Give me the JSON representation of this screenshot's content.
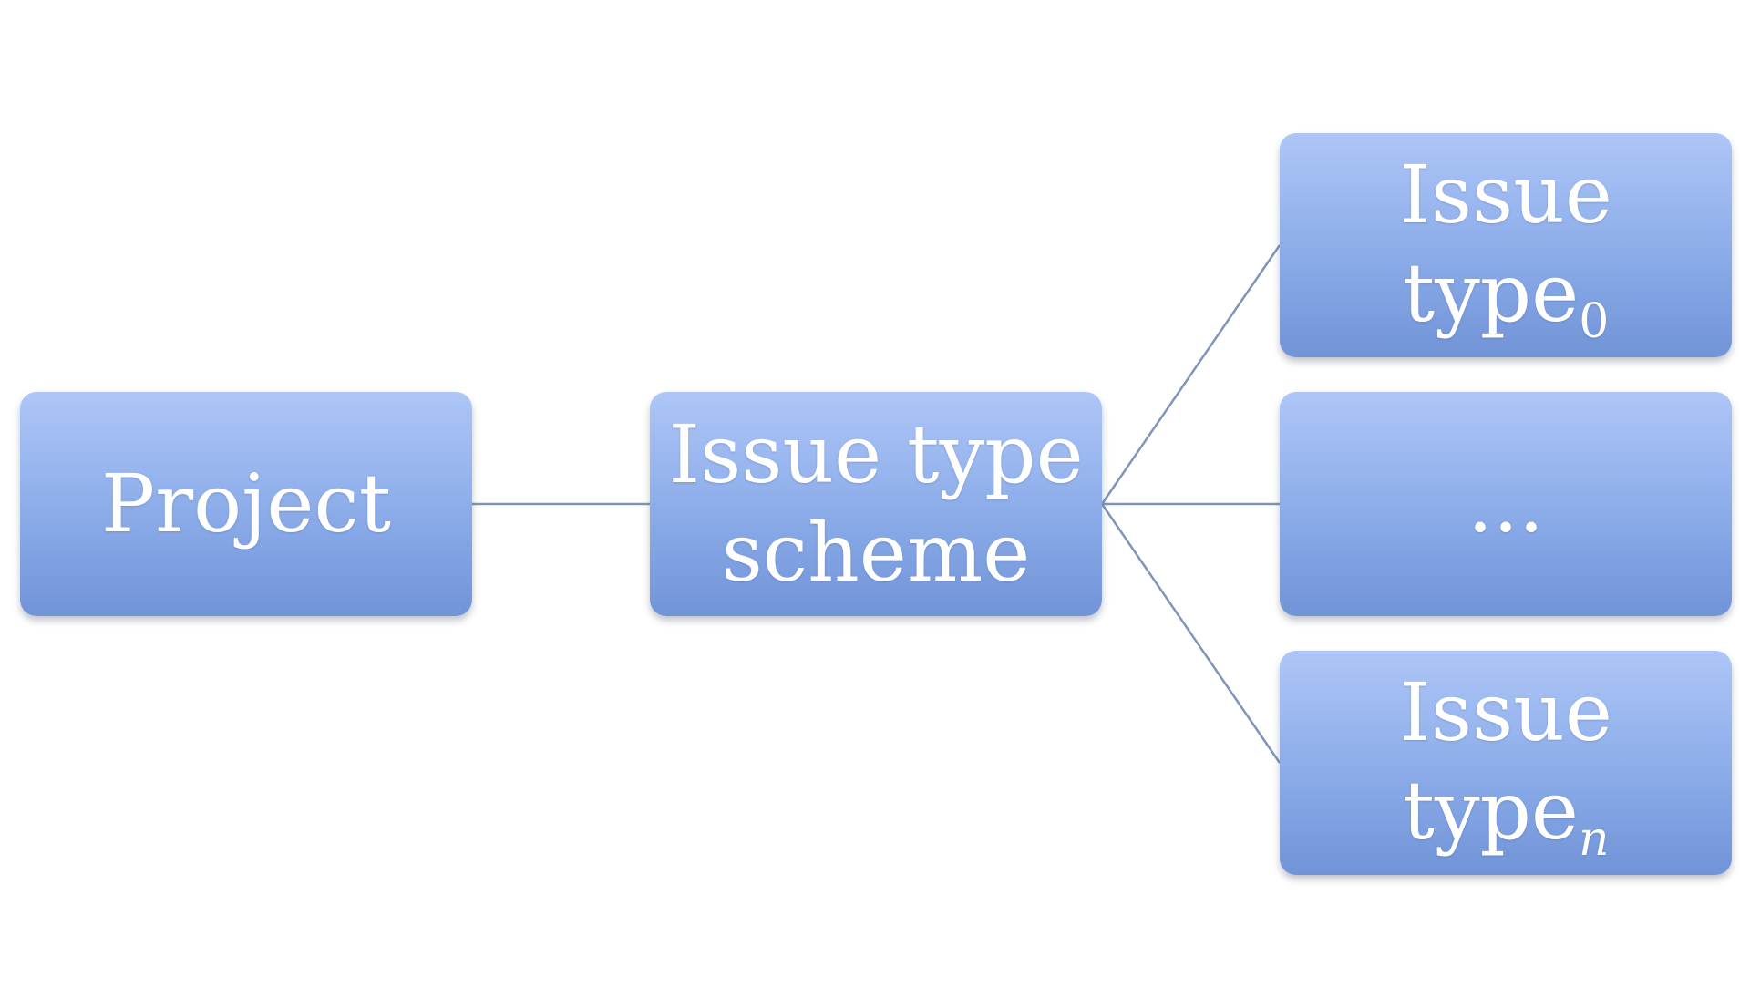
{
  "colors": {
    "background": "#ffffff",
    "node_top": "#aec6f7",
    "node_bottom": "#7194d8",
    "node_text": "#ffffff",
    "connector": "#7f95b8"
  },
  "nodes": {
    "project": {
      "label": "Project"
    },
    "scheme": {
      "line1": "Issue type",
      "line2": "scheme"
    },
    "type_first": {
      "line1": "Issue",
      "line2": "type",
      "subscript": "0"
    },
    "ellipsis": {
      "label": "..."
    },
    "type_last": {
      "line1": "Issue",
      "line2": "type",
      "subscript": "n"
    }
  },
  "edges": [
    {
      "from": "project",
      "to": "scheme"
    },
    {
      "from": "scheme",
      "to": "type_first"
    },
    {
      "from": "scheme",
      "to": "ellipsis"
    },
    {
      "from": "scheme",
      "to": "type_last"
    }
  ]
}
